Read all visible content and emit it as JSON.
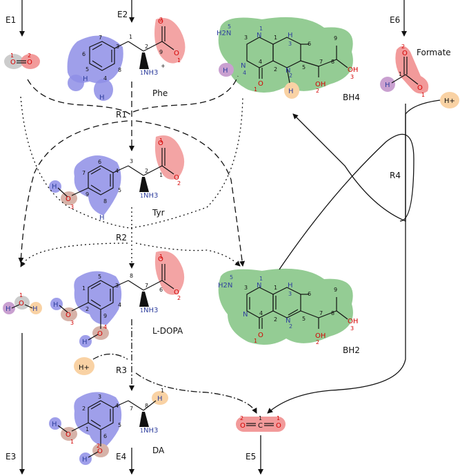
{
  "streams": {
    "e1": "E1",
    "e2": "E2",
    "e3": "E3",
    "e4": "E4",
    "e5": "E5",
    "e6": "E6"
  },
  "reactions": {
    "r1": "R1",
    "r2": "R2",
    "r3": "R3",
    "r4": "R4"
  },
  "molecules": {
    "phe": "Phe",
    "tyr": "Tyr",
    "ldopa": "L-DOPA",
    "da": "DA",
    "bh4": "BH4",
    "bh2": "BH2",
    "formate": "Formate"
  },
  "atoms": {
    "o": "O",
    "n": "N",
    "h": "H",
    "c": "C",
    "nh3": "NH3",
    "nh2": "H2N",
    "oh": "OH",
    "hplus": "H+"
  },
  "colors": {
    "aromatic": "#8e8ee6",
    "carboxyl": "#f29a9a",
    "pterin": "#94cc94",
    "hydroxyl": "#d6b2a8",
    "proton": "#f9d2a4",
    "hydride": "#c9a0d0",
    "oxygen_gray": "#cccccc"
  }
}
